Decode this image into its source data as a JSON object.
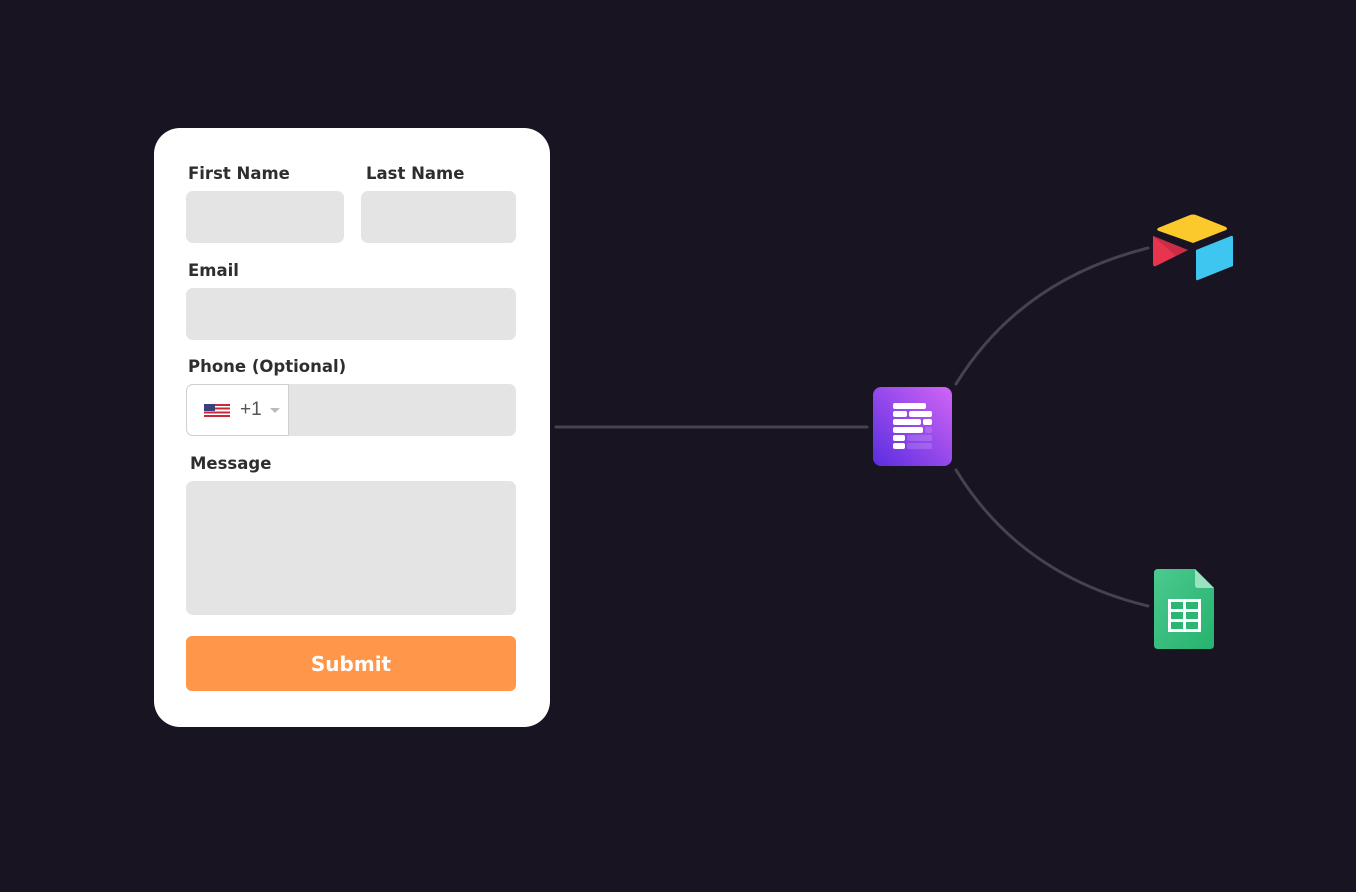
{
  "form": {
    "first_name_label": "First Name",
    "last_name_label": "Last Name",
    "email_label": "Email",
    "phone_label": "Phone (Optional)",
    "phone_country_code": "+1",
    "message_label": "Message",
    "submit_label": "Submit"
  },
  "integrations": {
    "hub": "form-builder-icon",
    "targets": [
      "airtable-icon",
      "google-sheets-icon"
    ]
  },
  "colors": {
    "background": "#181421",
    "submit": "#ff9649",
    "connector": "#46424f"
  }
}
